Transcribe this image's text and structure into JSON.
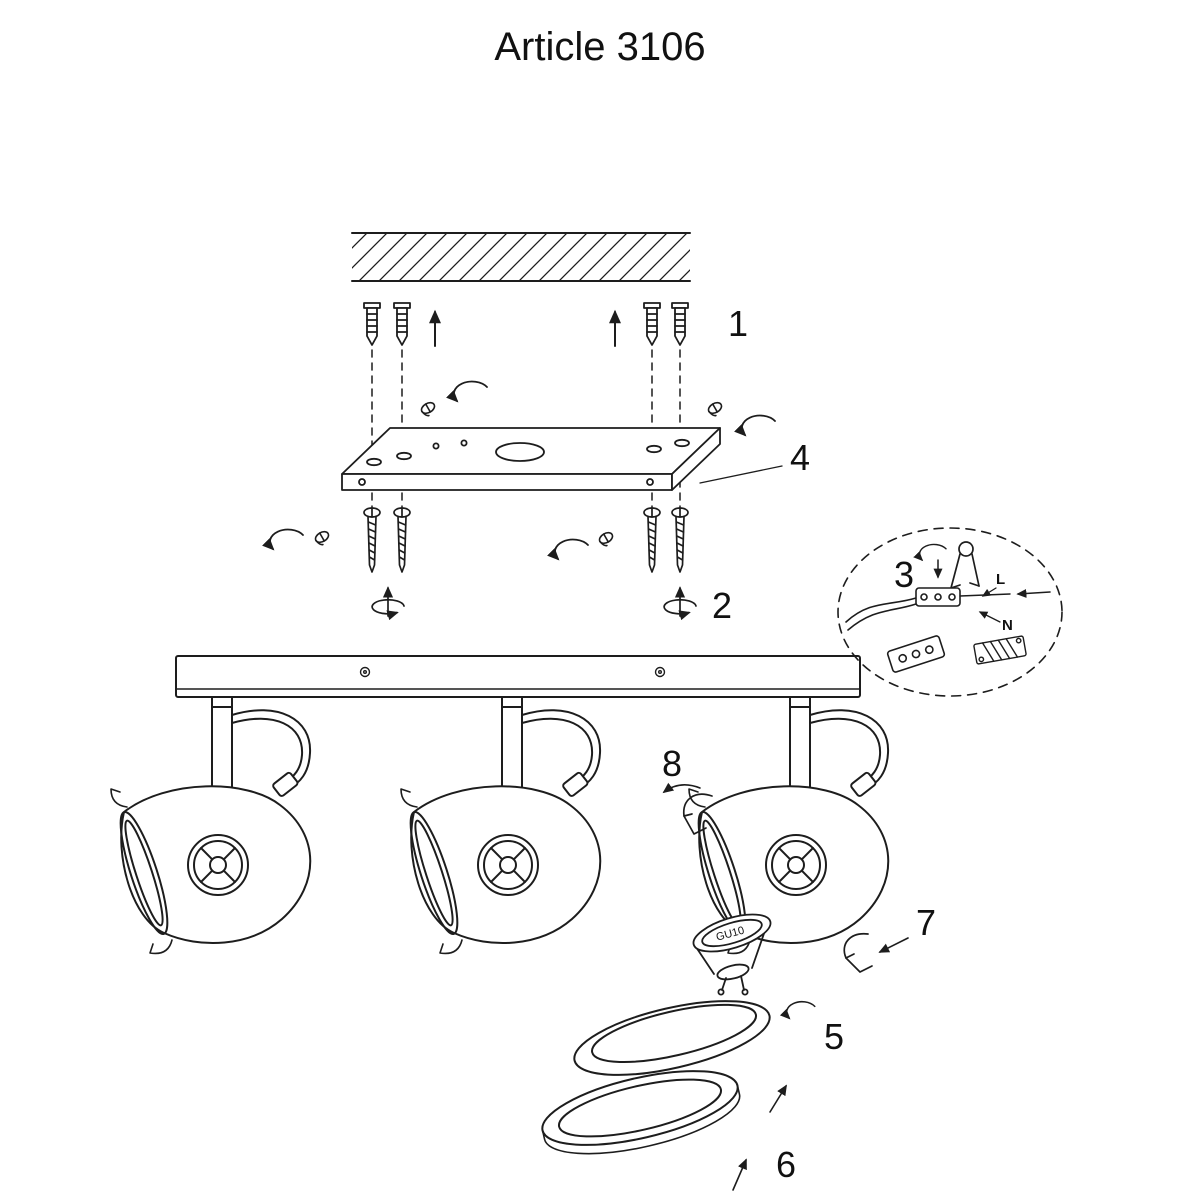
{
  "title": "Article 3106",
  "colors": {
    "ink": "#1d1d1d",
    "background": "#ffffff"
  },
  "labels": {
    "step1": "1",
    "step2": "2",
    "step3": "3",
    "step4": "4",
    "step5": "5",
    "step6": "6",
    "step7": "7",
    "step8": "8"
  },
  "wiring": {
    "live": "L",
    "neutral": "N"
  },
  "bulb": {
    "type": "GU10"
  }
}
